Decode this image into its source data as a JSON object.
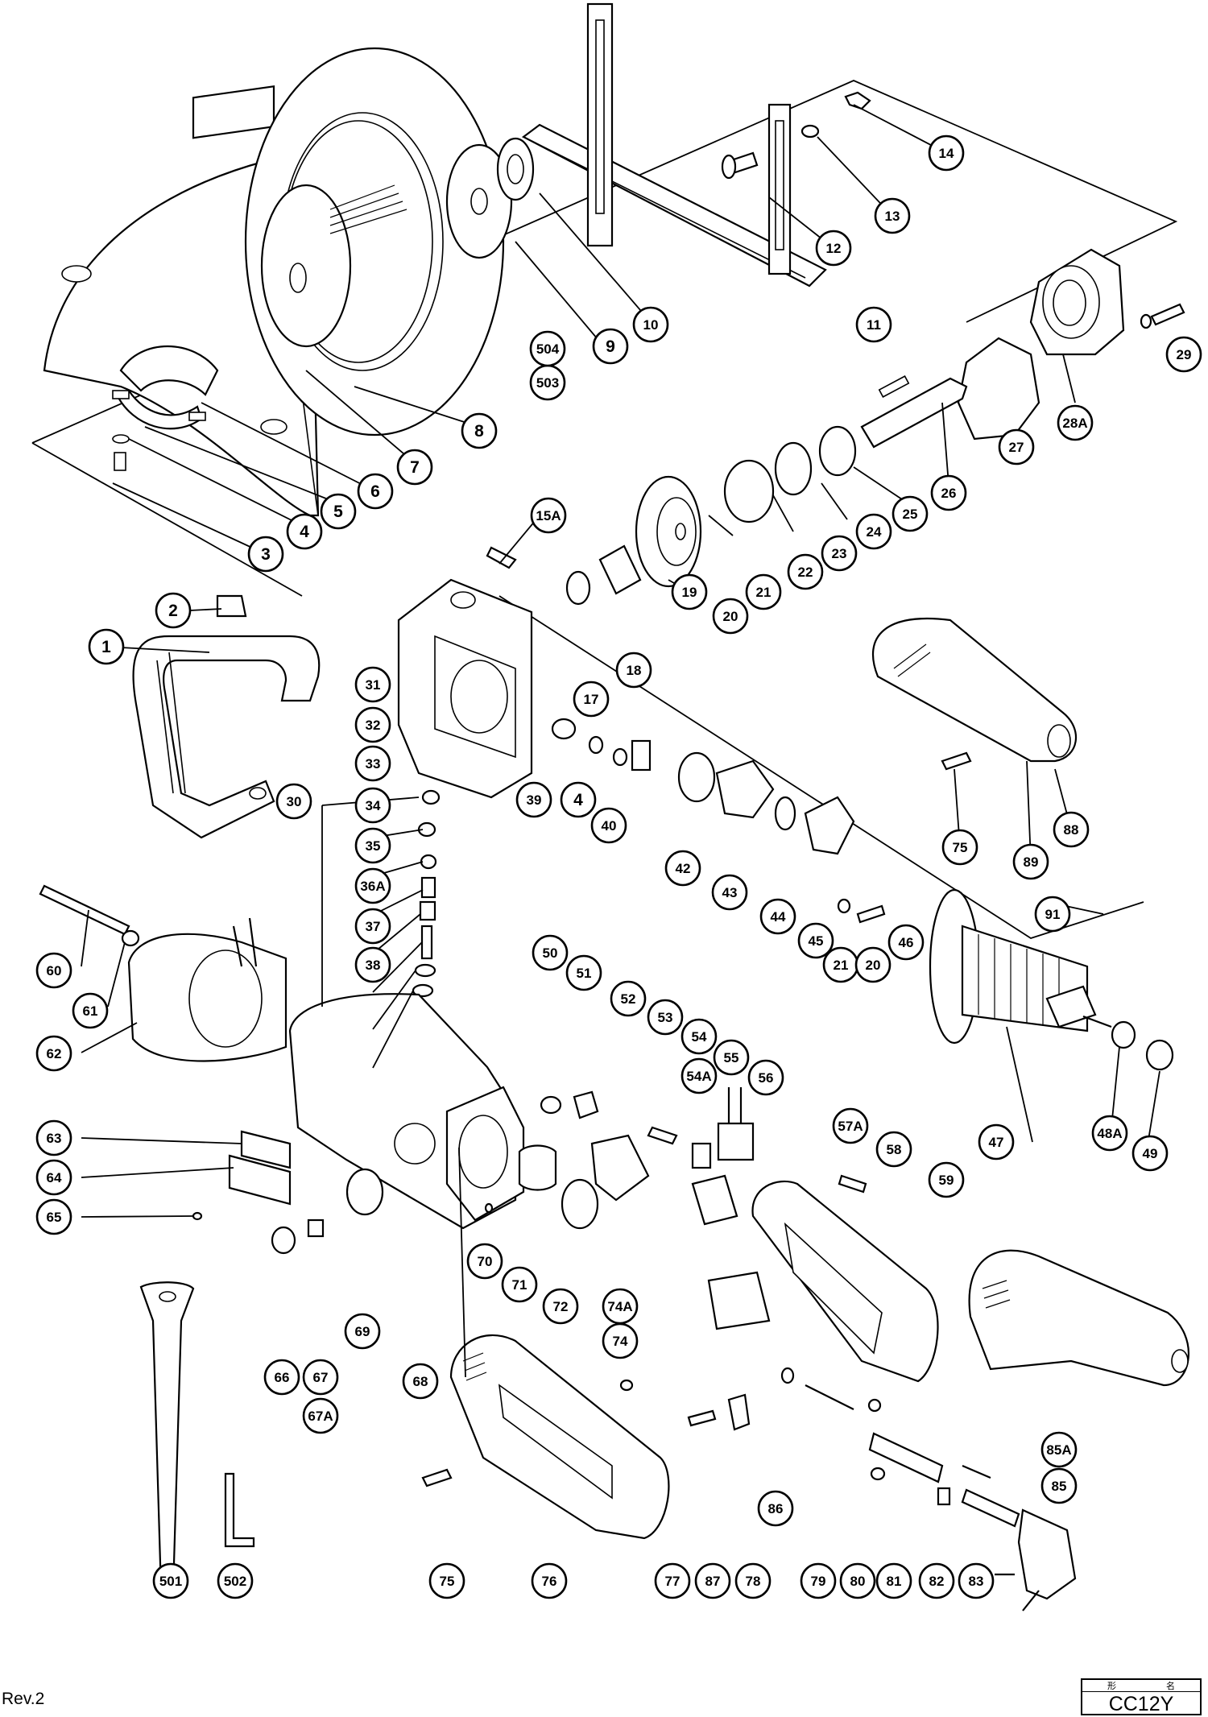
{
  "diagram": {
    "revision": "Rev.2",
    "model_header": [
      "形",
      "名"
    ],
    "model": "CC12Y",
    "callouts": [
      "1",
      "2",
      "3",
      "4",
      "5",
      "6",
      "7",
      "8",
      "9",
      "10",
      "11",
      "12",
      "13",
      "14",
      "15A",
      "17",
      "18",
      "19",
      "20",
      "21",
      "22",
      "23",
      "24",
      "25",
      "26",
      "27",
      "28A",
      "29",
      "30",
      "31",
      "32",
      "33",
      "34",
      "35",
      "36A",
      "37",
      "38",
      "39",
      "4",
      "40",
      "42",
      "43",
      "44",
      "45",
      "21",
      "20",
      "46",
      "47",
      "48A",
      "49",
      "50",
      "51",
      "52",
      "53",
      "54",
      "54A",
      "55",
      "56",
      "57A",
      "58",
      "59",
      "60",
      "61",
      "62",
      "63",
      "64",
      "65",
      "66",
      "67",
      "67A",
      "68",
      "69",
      "70",
      "71",
      "72",
      "74A",
      "74",
      "75",
      "76",
      "77",
      "87",
      "78",
      "86",
      "79",
      "80",
      "81",
      "82",
      "83",
      "85A",
      "85",
      "75",
      "88",
      "89",
      "91",
      "501",
      "502",
      "503",
      "504"
    ]
  }
}
